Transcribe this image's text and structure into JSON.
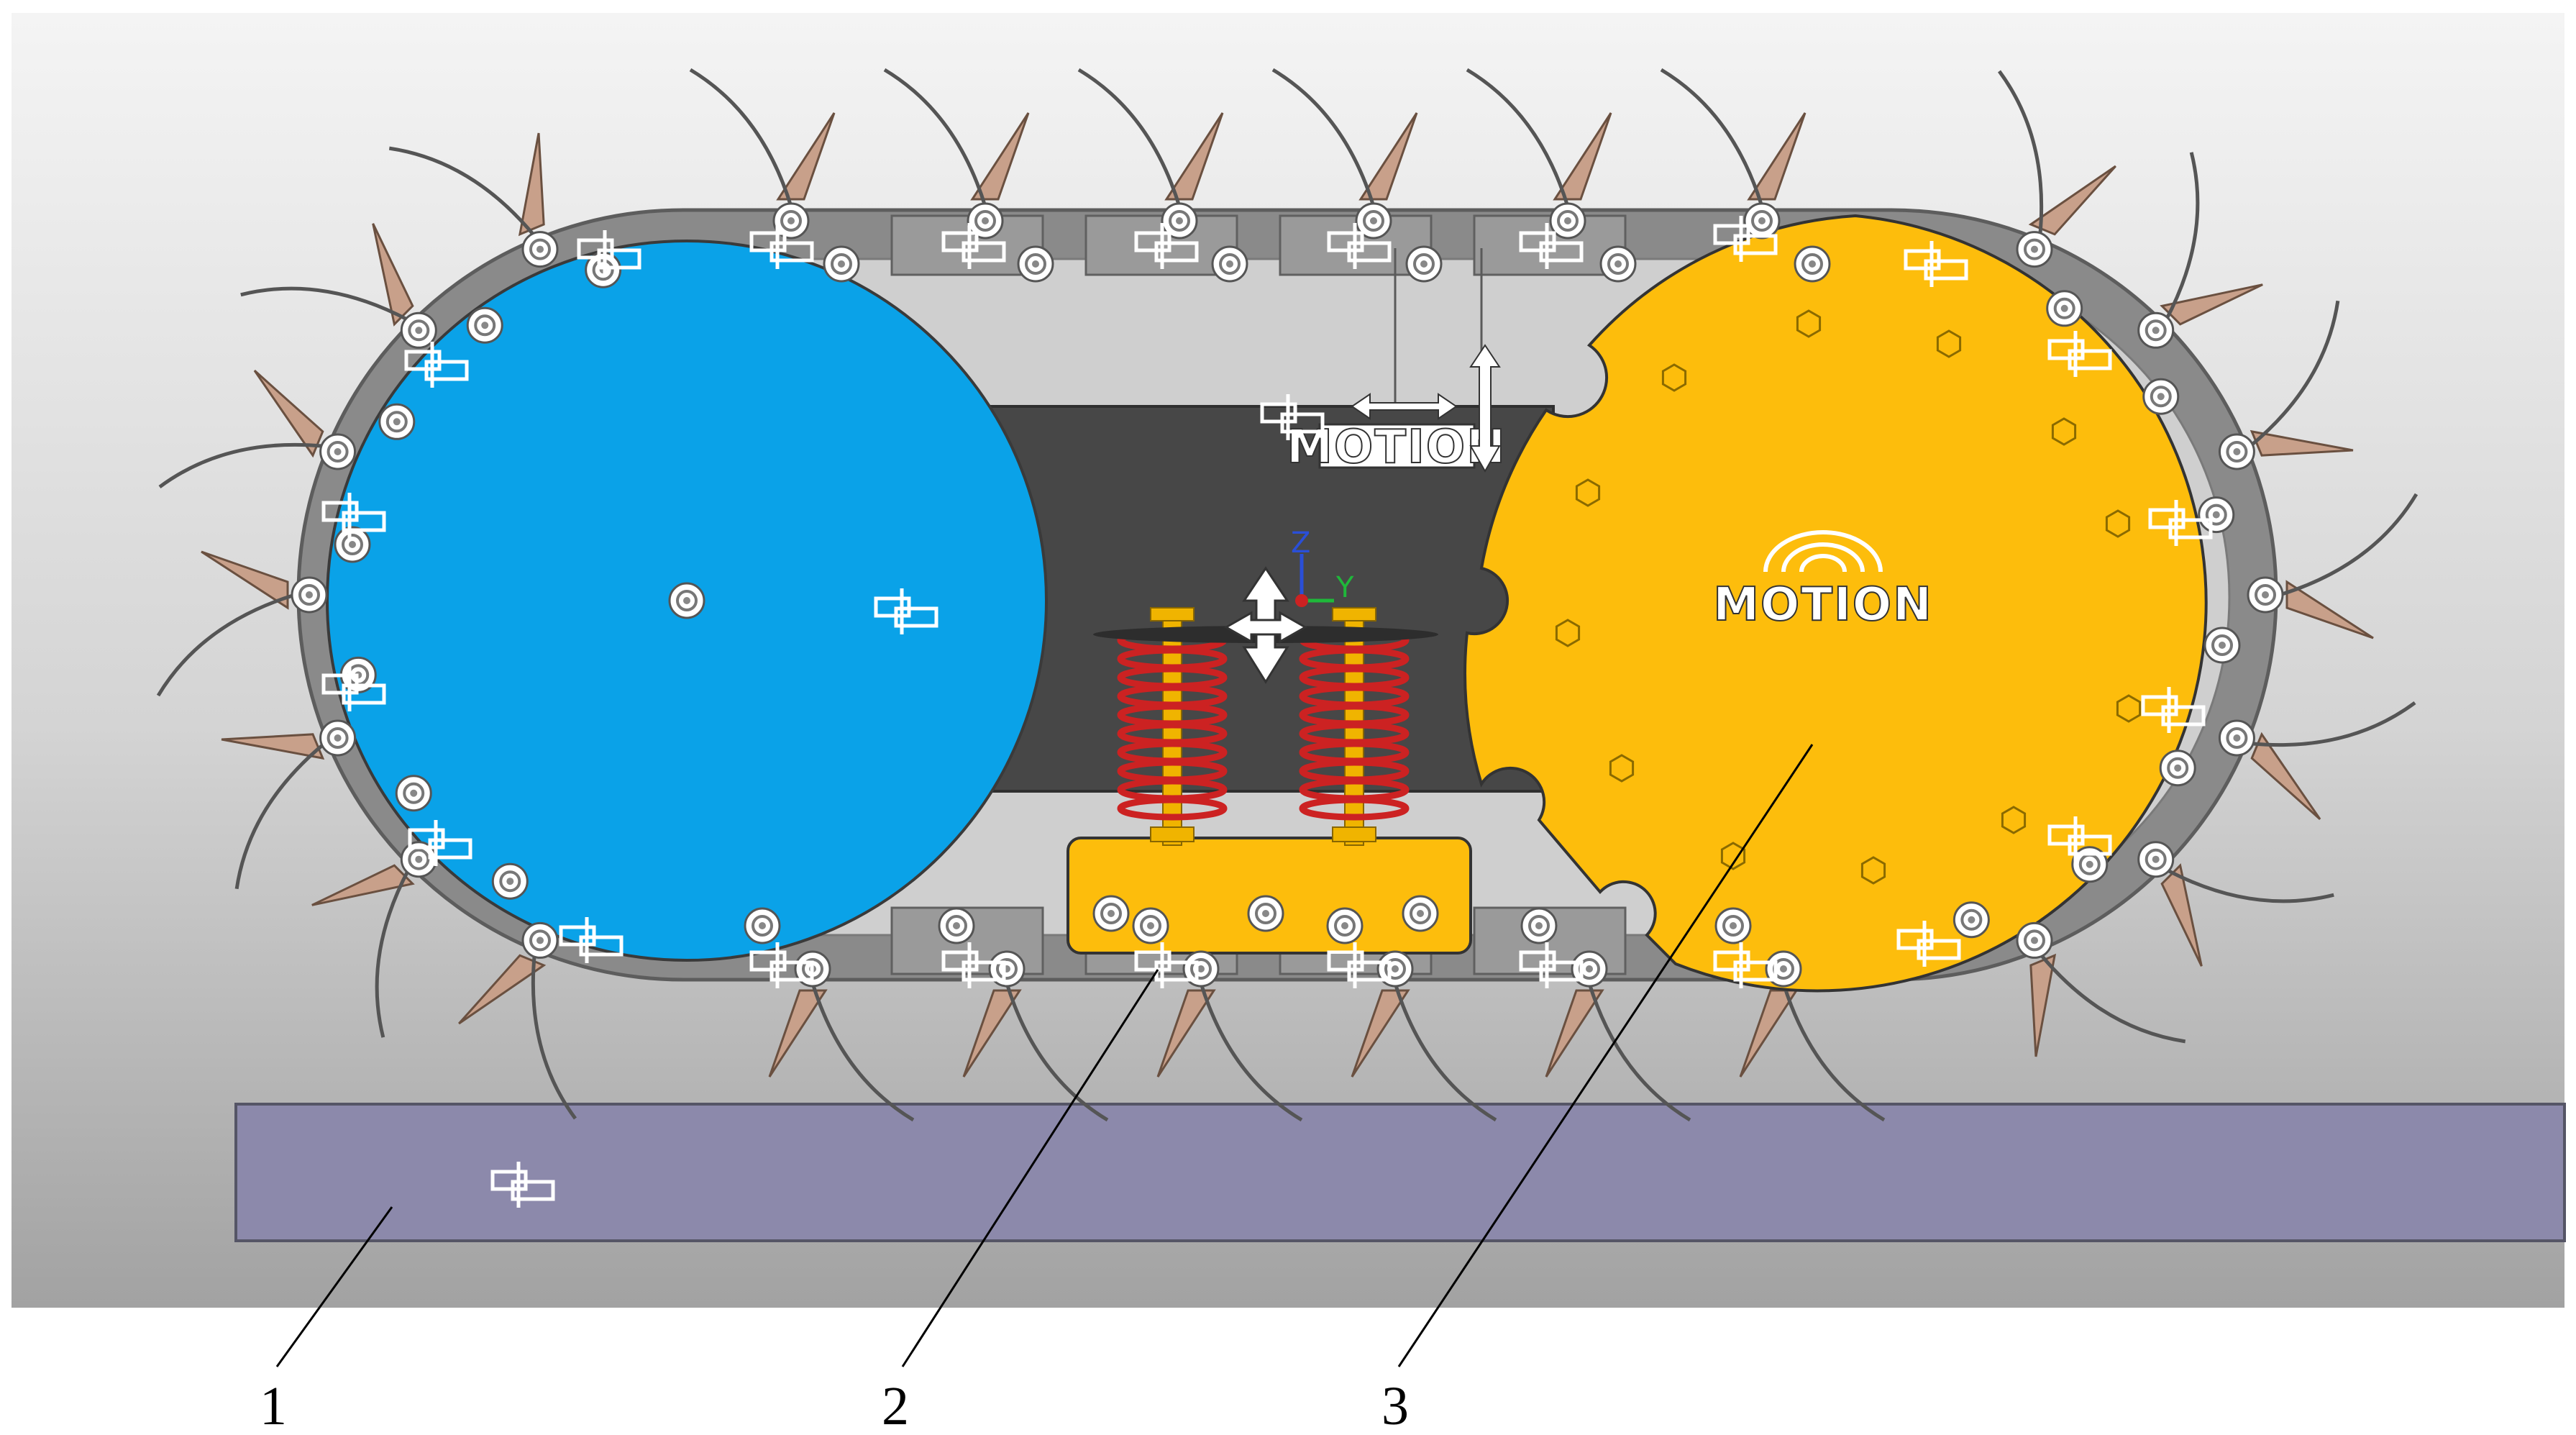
{
  "figure": {
    "callouts": [
      {
        "id": "1",
        "label": "1",
        "part": "ground-plate"
      },
      {
        "id": "2",
        "label": "2",
        "part": "spring-tensioner"
      },
      {
        "id": "3",
        "label": "3",
        "part": "drive-sprocket"
      }
    ],
    "logo_text": "MOTION",
    "axis_labels": {
      "y": "Y",
      "z": "Z"
    },
    "colors": {
      "background_top": "#f2f2f2",
      "background_bottom": "#9a9a9a",
      "idler_wheel": "#0aa2e8",
      "drive_wheel": "#fdbd0c",
      "track_link": "#8c8c8c",
      "frame": "#4a4a4a",
      "spring": "#cc2222",
      "spring_rod": "#f0b400",
      "ground_plate": "#8a88aa",
      "tine": "#c8a08a",
      "marker": "#ffffff"
    },
    "icons": [
      "coordinate-triad-icon",
      "motion-logo-icon",
      "drag-handle-icon",
      "reference-frame-icon"
    ]
  }
}
